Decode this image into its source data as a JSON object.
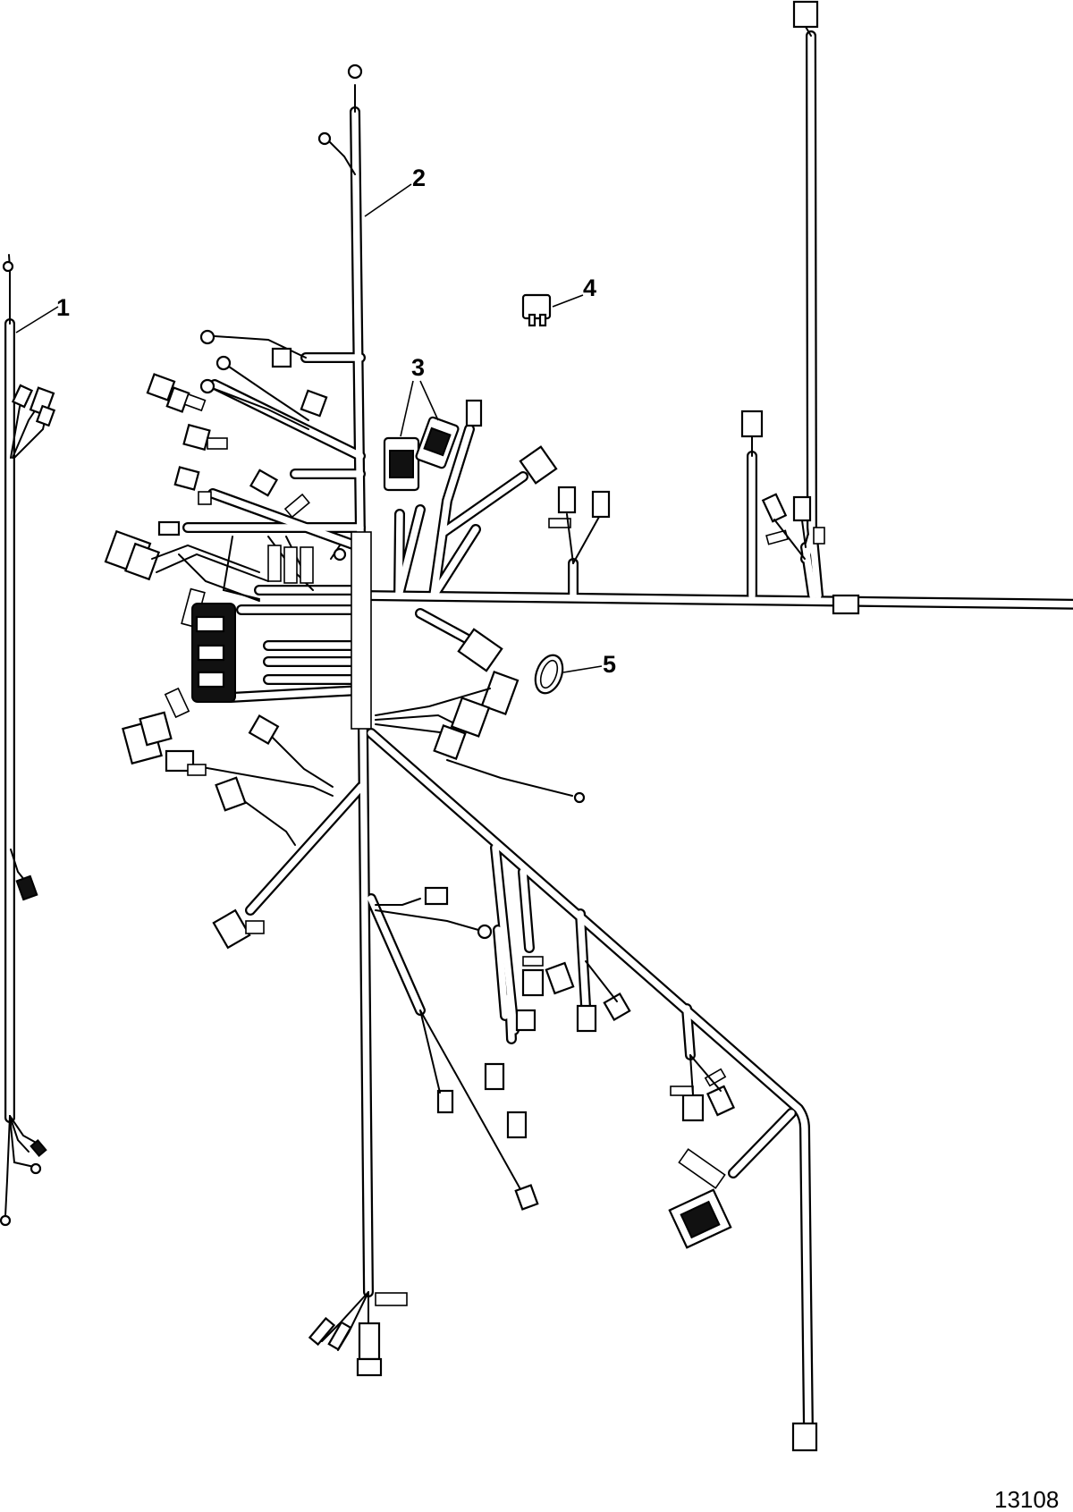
{
  "figure_number": "13108",
  "callouts": [
    "1",
    "2",
    "3",
    "4",
    "5"
  ]
}
